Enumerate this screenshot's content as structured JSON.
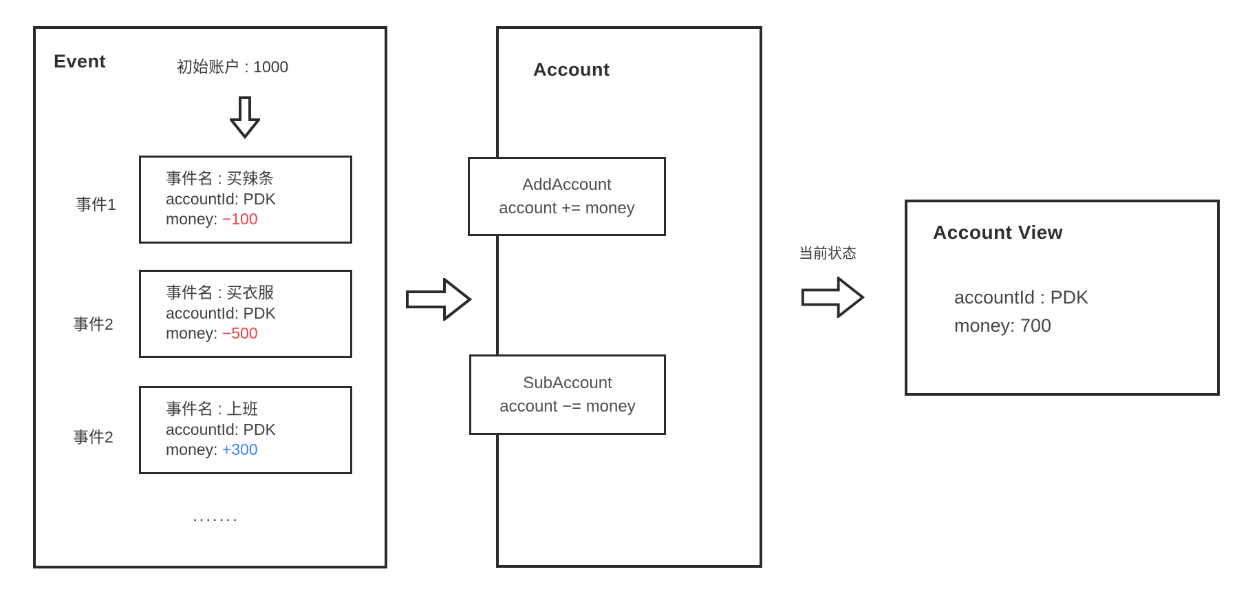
{
  "diagram": {
    "event_panel": {
      "title": "Event",
      "initial_account": "初始账户 : 1000",
      "events": [
        {
          "label": "事件1",
          "name": "事件名 : 买辣条",
          "account_line": "accountId: PDK",
          "money_label": "money:",
          "money_value": "−100",
          "money_sign": "negative"
        },
        {
          "label": "事件2",
          "name": "事件名 : 买衣服",
          "account_line": "accountId: PDK",
          "money_label": "money:",
          "money_value": "−500",
          "money_sign": "negative"
        },
        {
          "label": "事件2",
          "name": "事件名 : 上班",
          "account_line": "accountId: PDK",
          "money_label": "money:",
          "money_value": "+300",
          "money_sign": "positive"
        }
      ],
      "ellipsis": "......."
    },
    "account_panel": {
      "title": "Account",
      "handlers": [
        {
          "name": "AddAccount",
          "expr": "account += money"
        },
        {
          "name": "SubAccount",
          "expr": "account −= money"
        }
      ]
    },
    "view_panel": {
      "title": "Account View",
      "lines": [
        "accountId : PDK",
        "money: 700"
      ]
    },
    "arrows": {
      "current_state_label": "当前状态"
    },
    "colors": {
      "border": "#2b2b2b",
      "text": "#3f3f3f",
      "negative_money": "#e8424d",
      "positive_money": "#3f80f2"
    }
  }
}
